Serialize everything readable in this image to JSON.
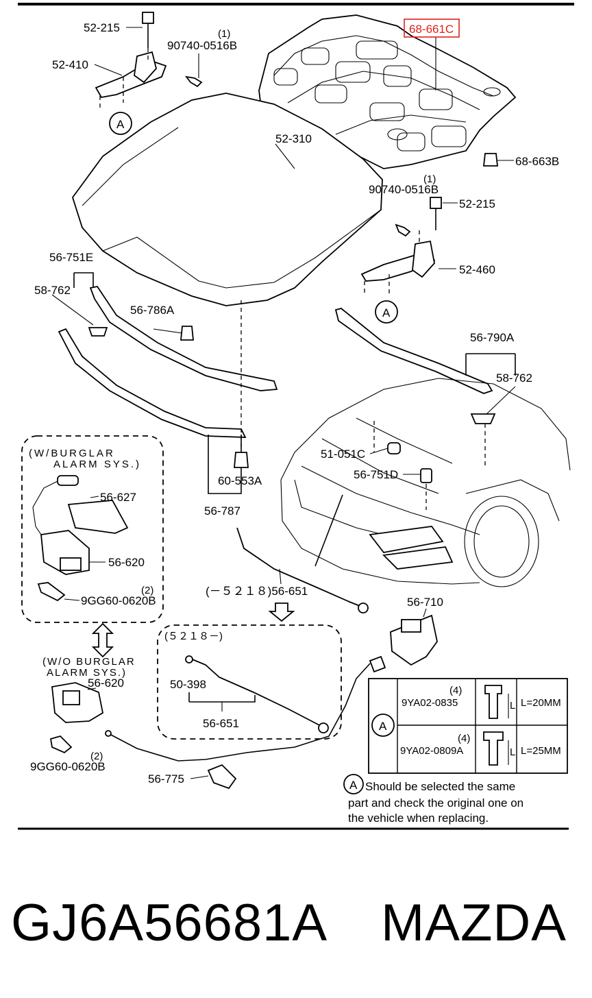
{
  "parts": {
    "p_52_215_top": "52-215",
    "p_90740_top_qty": "(1)",
    "p_90740_top": "90740-0516B",
    "p_52_410": "52-410",
    "p_68_661c": "68-661C",
    "p_52_310": "52-310",
    "p_68_663b": "68-663B",
    "p_90740_mid_qty": "(1)",
    "p_90740_mid": "90740-0516B",
    "p_52_215_mid": "52-215",
    "p_52_460": "52-460",
    "p_56_751e": "56-751E",
    "p_58_762_left": "58-762",
    "p_56_786a": "56-786A",
    "p_56_790a": "56-790A",
    "p_58_762_right": "58-762",
    "p_51_051c": "51-051C",
    "p_56_751d": "56-751D",
    "p_60_553a": "60-553A",
    "p_56_787": "56-787",
    "p_56_627": "56-627",
    "p_56_620_a": "56-620",
    "p_9gg_a_qty": "(2)",
    "p_9gg_a": "9GG60-0620B",
    "p_56_651_a": "(－５２１８)56-651",
    "p_56_710": "56-710",
    "p_50_398": "50-398",
    "p_56_651_b": "56-651",
    "p_56_620_b": "56-620",
    "p_9gg_b_qty": "(2)",
    "p_9gg_b": "9GG60-0620B",
    "p_56_775": "56-775"
  },
  "callouts": {
    "a_letter": "A",
    "burglar_line1": "(W/BURGLAR",
    "burglar_line2": "ALARM  SYS.)",
    "no_burglar_line1": "(W/O  BURGLAR",
    "no_burglar_line2": "ALARM  SYS.)",
    "range_5218": "(５２１８－)"
  },
  "table": {
    "letter": "A",
    "rows": [
      {
        "qty": "(4)",
        "part": "9YA02-0835",
        "length": "L=20MM"
      },
      {
        "qty": "(4)",
        "part": "9YA02-0809A",
        "length": "L=25MM"
      }
    ],
    "dim_letter": "L"
  },
  "note": {
    "letter": "A",
    "line1": "Should be selected the same",
    "line2": "part and check the original one on",
    "line3": "the vehicle when replacing."
  },
  "footer": {
    "part_number": "GJ6A56681A",
    "brand": "MAZDA"
  },
  "colors": {
    "highlight": "#e0201c",
    "ink": "#000000",
    "background": "#ffffff"
  }
}
